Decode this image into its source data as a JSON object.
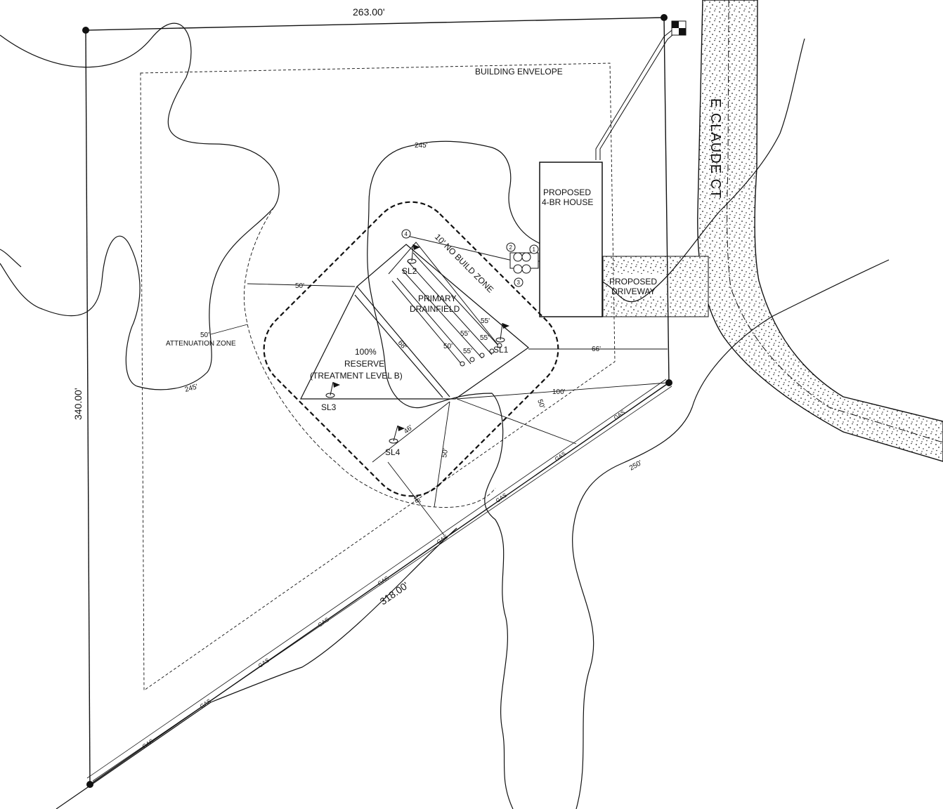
{
  "boundary": {
    "north_length": "263.00'",
    "west_length": "340.00'",
    "south_length": "318.00'"
  },
  "building_envelope_label": "BUILDING ENVELOPE",
  "road_name": "E CLAUDE CT",
  "contours": {
    "label_245_top": "245'",
    "label_245_bottom": "245'",
    "label_250": "250'"
  },
  "house": {
    "line1": "PROPOSED",
    "line2": "4-BR HOUSE"
  },
  "driveway": {
    "line1": "PROPOSED",
    "line2": "DRIVEWAY"
  },
  "no_build_zone": "10' NO BUILD ZONE",
  "primary_drainfield": {
    "line1": "PRIMARY",
    "line2": "DRAINFIELD"
  },
  "reserve": {
    "line1": "100%",
    "line2": "RESERVE",
    "line3": "(TREATMENT LEVEL B)"
  },
  "attenuation": {
    "dist": "50'",
    "label": "ATTENUATION ZONE"
  },
  "soil_logs": {
    "sl1": "SL1",
    "sl2": "SL2",
    "sl3": "SL3",
    "sl4": "SL4"
  },
  "components": {
    "c1": "1",
    "c2": "2",
    "c3": "3",
    "c4": "4"
  },
  "lateral_lengths": {
    "l1": "55'",
    "l2": "55'",
    "l3": "55'",
    "l4": "55'",
    "l5": "50'"
  },
  "dimensions": {
    "attenuation_50": "50'",
    "to_road_66": "66'",
    "to_corner_100": "100'",
    "to_line_50_right": "50'",
    "vertical_50": "50'",
    "reserve_48": "48'",
    "reserve_46": "46'",
    "reserve_68": "68'"
  },
  "gas_label": "GAS"
}
